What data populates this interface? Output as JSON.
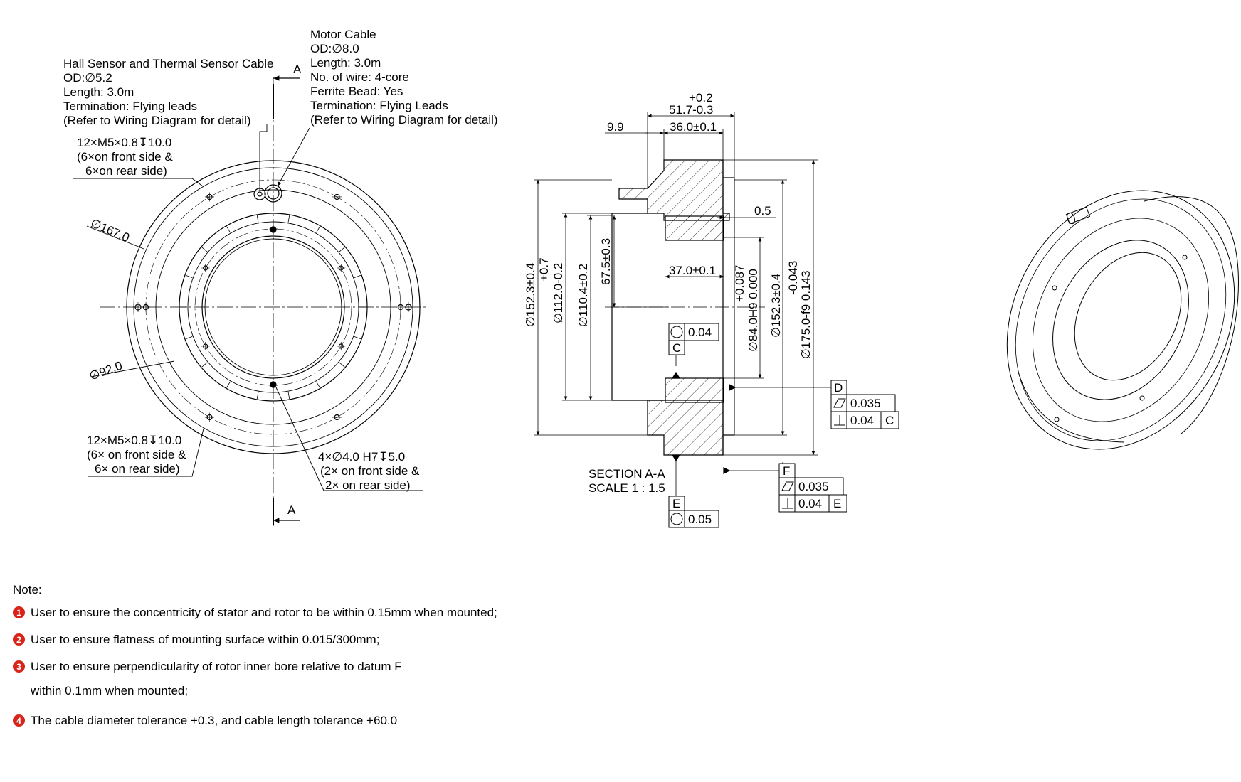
{
  "front_view": {
    "section_mark": "A",
    "hall_cable": {
      "title": "Hall Sensor and Thermal Sensor Cable",
      "od": "OD:∅5.2",
      "length": "Length: 3.0m",
      "termination": "Termination: Flying leads",
      "refer": "(Refer to Wiring Diagram for detail)"
    },
    "motor_cable": {
      "title": "Motor Cable",
      "od": "OD:∅8.0",
      "length": "Length: 3.0m",
      "wires": "No. of wire: 4-core",
      "ferrite": "Ferrite Bead: Yes",
      "termination": "Termination: Flying Leads",
      "refer": "(Refer to Wiring Diagram for detail)"
    },
    "thread_top": {
      "line1": "12×M5×0.8↧10.0",
      "line2": "(6×on front side &",
      "line3": "6×on rear side)"
    },
    "thread_bottom": {
      "line1": "12×M5×0.8↧10.0",
      "line2": "(6× on front side &",
      "line3": "6× on rear side)"
    },
    "pin_holes": {
      "line1": "4×∅4.0 H7↧5.0",
      "line2": "(2× on front side &",
      "line3": "2× on rear side)"
    },
    "dia_outer": "∅167.0",
    "dia_inner": "∅92.0"
  },
  "section_view": {
    "title": "SECTION A-A",
    "scale": "SCALE 1 : 1.5",
    "dim_top_tol": "+0.2",
    "dim_top": "51.7-0.3",
    "dim_36": "36.0±0.1",
    "dim_9_9": "9.9",
    "dim_0_5": "0.5",
    "dim_37": "37.0±0.1",
    "dim_67_5": "67.5±0.3",
    "dim_d152_left": "∅152.3±0.4",
    "dim_d112_tol": "+0.7",
    "dim_d112": "∅112.0-0.2",
    "dim_d110": "∅110.4±0.2",
    "dim_h9_tol": "+0.087",
    "dim_h9": "∅84.0H9  0.000",
    "dim_d152_right": "∅152.3±0.4",
    "dim_f9_tol": "-0.043",
    "dim_f9": "∅175.0-f9  0.143",
    "gdt_c_value": "0.04",
    "datum_c": "C",
    "datum_d": "D",
    "gdt_d_flat": "0.035",
    "gdt_d_perp": "0.04",
    "gdt_d_ref": "C",
    "datum_e": "E",
    "gdt_e_value": "0.05",
    "datum_f": "F",
    "gdt_f_flat": "0.035",
    "gdt_f_perp": "0.04",
    "gdt_f_ref": "E"
  },
  "notes": {
    "title": "Note:",
    "items": [
      {
        "num": "1",
        "text": "User to ensure the concentricity of stator and rotor to be within 0.15mm when mounted;"
      },
      {
        "num": "2",
        "text": "User to ensure flatness of mounting surface within 0.015/300mm;"
      },
      {
        "num": "3",
        "text": "User to ensure perpendicularity of rotor inner bore relative to datum F"
      },
      {
        "num": "4",
        "text": "The cable diameter tolerance +0.3, and cable length tolerance +60.0"
      }
    ],
    "item3_cont": "within 0.1mm when mounted;"
  },
  "colors": {
    "note_bullet": "#d9241b",
    "line": "#000000"
  }
}
